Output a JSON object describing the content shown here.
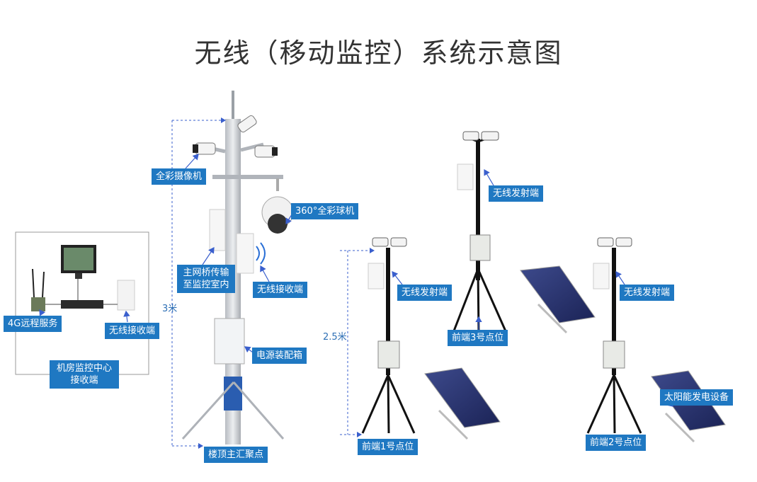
{
  "title": "无线（移动监控）系统示意图",
  "labels": {
    "camera_full_color": "全彩摄像机",
    "dome_360": "360°全彩球机",
    "main_bridge": "主网桥传输至监控室内",
    "wireless_receiver_pole": "无线接收端",
    "power_box": "电源装配箱",
    "rooftop_point": "楼顶主汇聚点",
    "height_3m": "3米",
    "height_25m": "2.5米",
    "service_4g": "4G远程服务",
    "wireless_receiver_room": "无线接收端",
    "room_center": "机房监控中心接收端",
    "tx_3": "无线发射端",
    "front_3": "前端3号点位",
    "tx_1": "无线发射端",
    "front_1": "前端1号点位",
    "tx_2": "无线发射端",
    "front_2": "前端2号点位",
    "solar": "太阳能发电设备"
  },
  "colors": {
    "label_bg": "#1f78c2",
    "arrow": "#3a5fcd",
    "title": "#333333"
  }
}
